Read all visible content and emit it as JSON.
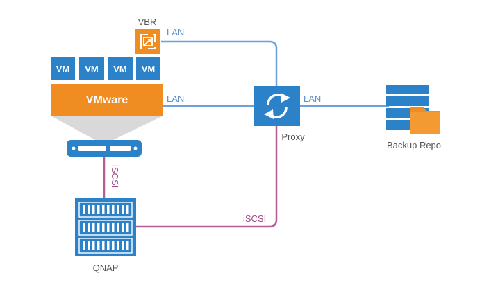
{
  "nodes": {
    "vbr": {
      "label": "VBR",
      "icon": "veeam-backup-server-icon"
    },
    "vms": [
      "VM",
      "VM",
      "VM",
      "VM"
    ],
    "vmware": {
      "label": "VMware"
    },
    "proxy": {
      "label": "Proxy",
      "icon": "sync-arrows-icon"
    },
    "repo": {
      "label": "Backup Repo",
      "icon": "storage-with-folder-icon"
    },
    "qnap": {
      "label": "QNAP",
      "icon": "storage-array-icon"
    },
    "host": {
      "icon": "server-host-icon"
    }
  },
  "links": {
    "vbr_proxy": "LAN",
    "vmware_proxy": "LAN",
    "proxy_repo": "LAN",
    "host_qnap": "iSCSI",
    "qnap_proxy": "iSCSI"
  },
  "colors": {
    "lan": "#6fa0d9",
    "iscsi": "#b25c9a",
    "blue": "#2b82c9",
    "orange": "#ef8d22",
    "funnel": "#d9d9d9",
    "text": "#555555",
    "lan_text": "#5b8fcf",
    "iscsi_text": "#a24e8c"
  }
}
